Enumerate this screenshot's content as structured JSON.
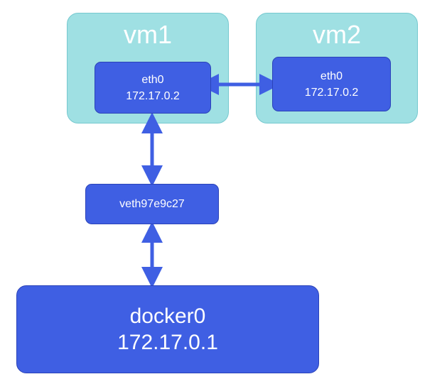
{
  "vm1": {
    "title": "vm1",
    "eth": {
      "name": "eth0",
      "ip": "172.17.0.2"
    }
  },
  "vm2": {
    "title": "vm2",
    "eth": {
      "name": "eth0",
      "ip": "172.17.0.2"
    }
  },
  "veth": {
    "name": "veth97e9c27"
  },
  "bridge": {
    "name": "docker0",
    "ip": "172.17.0.1"
  },
  "colors": {
    "vm_fill": "#9fe0e3",
    "node_fill": "#3f5fe3",
    "connector": "#3f5fe3"
  }
}
